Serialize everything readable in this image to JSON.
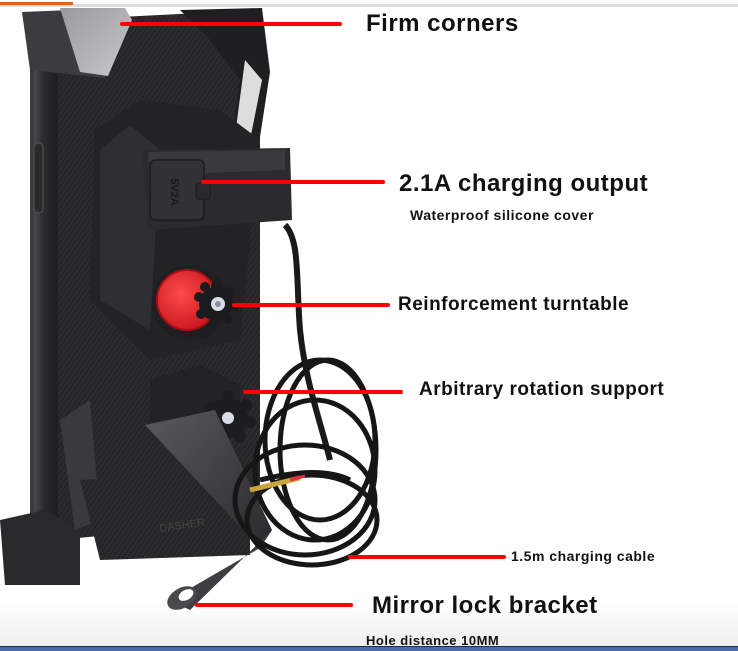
{
  "colors": {
    "leader_line": "#ff0000",
    "label_text": "#111111",
    "background": "#ffffff",
    "top_accent": "#e8601c",
    "bottom_bar": "#4a6aa8",
    "product_body": "#2a2a2c",
    "turntable": "#e8202a"
  },
  "product": {
    "usb_cover_text": "5V2A",
    "base_text": "DASHER"
  },
  "callouts": [
    {
      "id": "firm-corners",
      "title": "Firm corners",
      "subtitle": ""
    },
    {
      "id": "charging-output",
      "title": "2.1A charging output",
      "subtitle": "Waterproof silicone cover"
    },
    {
      "id": "turntable",
      "title": "Reinforcement turntable",
      "subtitle": ""
    },
    {
      "id": "rotation",
      "title": "Arbitrary rotation support",
      "subtitle": ""
    },
    {
      "id": "cable",
      "title": "1.5m charging cable",
      "subtitle": ""
    },
    {
      "id": "bracket",
      "title": "Mirror lock bracket",
      "subtitle": "Hole distance 10MM"
    }
  ]
}
